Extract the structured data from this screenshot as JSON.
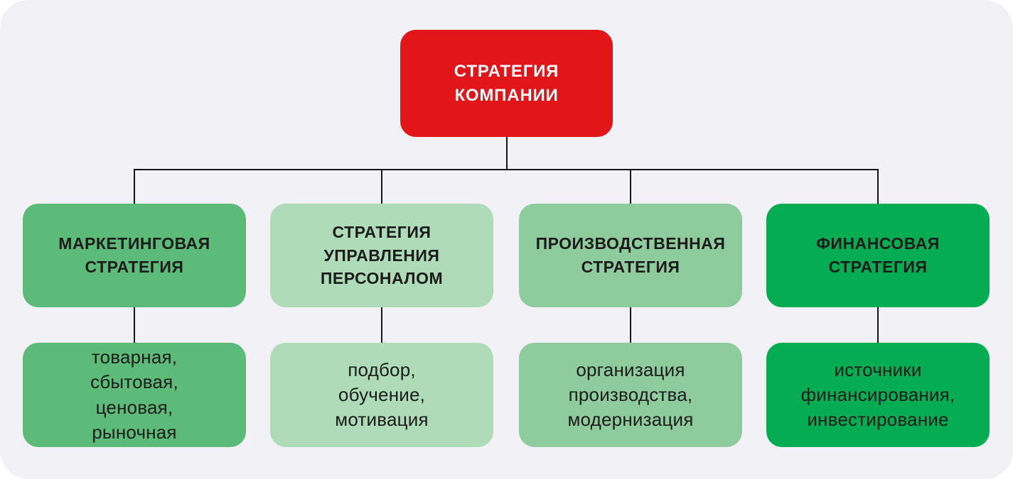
{
  "canvas": {
    "background_color": "#f2f2f6",
    "connector_color": "#141414"
  },
  "root": {
    "label": "СТРАТЕГИЯ\nКОМПАНИИ",
    "color": "#e21518",
    "text_color": "#ffffff"
  },
  "branches": [
    {
      "id": "marketing",
      "title": "МАРКЕТИНГОВАЯ\nСТРАТЕГИЯ",
      "details": "товарная,\nсбытовая,\nценовая,\nрыночная",
      "color": "#5cbb79"
    },
    {
      "id": "hr",
      "title": "СТРАТЕГИЯ\nУПРАВЛЕНИЯ\nПЕРСОНАЛОМ",
      "details": "подбор,\nобучение,\nмотивация",
      "color": "#aedbb8"
    },
    {
      "id": "production",
      "title": "ПРОИЗВОДСТВЕННАЯ\nСТРАТЕГИЯ",
      "details": "организация\nпроизводства,\nмодернизация",
      "color": "#8fcc9d"
    },
    {
      "id": "finance",
      "title": "ФИНАНСОВАЯ\nСТРАТЕГИЯ",
      "details": "источники\nфинансирования,\nинвестирование",
      "color": "#05ad52"
    }
  ]
}
